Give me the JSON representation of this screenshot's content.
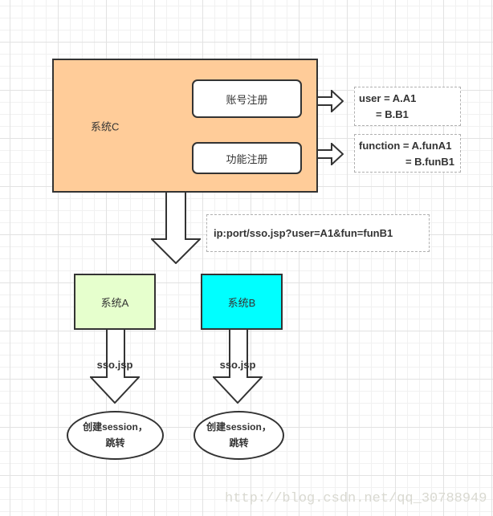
{
  "colors": {
    "shape_border": "#333333",
    "system_c_fill": "#ffcc99",
    "system_a_fill": "#e6ffcd",
    "system_b_fill": "#00ffff",
    "text": "#333333",
    "watermark": "#d9d9d1"
  },
  "nodes": {
    "system_c": {
      "label": "系统C"
    },
    "account_register": {
      "label": "账号注册"
    },
    "function_register": {
      "label": "功能注册"
    },
    "system_a": {
      "label": "系统A"
    },
    "system_b": {
      "label": "系统B"
    }
  },
  "annotations": {
    "user_mapping": {
      "line1": "user = A.A1",
      "line2": "= B.B1"
    },
    "function_mapping": {
      "line1": "function = A.funA1",
      "line2": "= B.funB1"
    },
    "sso_url": "ip:port/sso.jsp?user=A1&fun=funB1",
    "sso_jsp_a": "sso.jsp",
    "sso_jsp_b": "sso.jsp"
  },
  "terminals": {
    "session_a": {
      "line1": "创建session，",
      "line2": "跳转"
    },
    "session_b": {
      "line1": "创建session，",
      "line2": "跳转"
    }
  },
  "watermark": "http://blog.csdn.net/qq_30788949"
}
